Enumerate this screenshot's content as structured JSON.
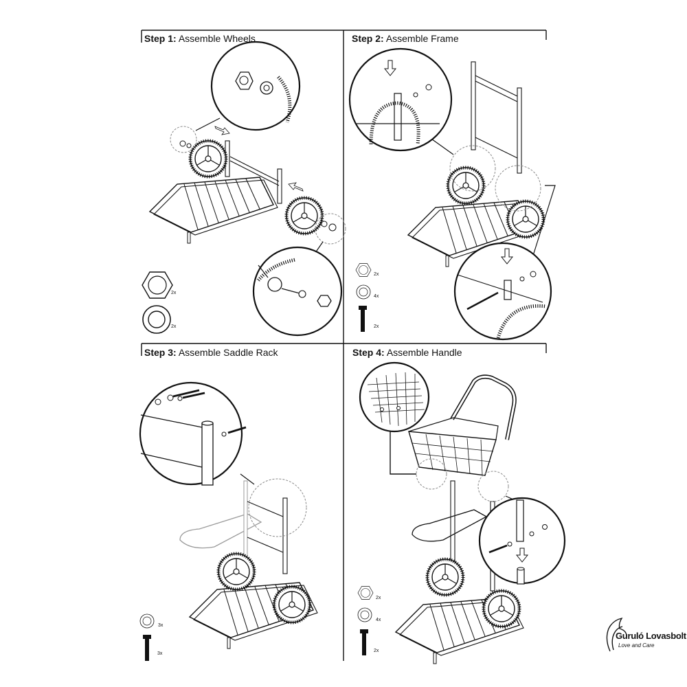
{
  "steps": [
    {
      "label": "Step 1:",
      "title": "Assemble Wheels",
      "parts": [
        {
          "icon": "hex-nut-icon",
          "qty": "2x"
        },
        {
          "icon": "washer-icon",
          "qty": "2x"
        }
      ]
    },
    {
      "label": "Step 2:",
      "title": "Assemble Frame",
      "parts": [
        {
          "icon": "hex-nut-icon",
          "qty": "2x"
        },
        {
          "icon": "washer-icon",
          "qty": "4x"
        },
        {
          "icon": "bolt-icon",
          "qty": "2x"
        }
      ]
    },
    {
      "label": "Step 3:",
      "title": "Assemble Saddle Rack",
      "parts": [
        {
          "icon": "washer-icon",
          "qty": "3x"
        },
        {
          "icon": "bolt-icon",
          "qty": "3x"
        }
      ]
    },
    {
      "label": "Step 4:",
      "title": "Assemble Handle",
      "parts": [
        {
          "icon": "hex-nut-icon",
          "qty": "2x"
        },
        {
          "icon": "washer-icon",
          "qty": "4x"
        },
        {
          "icon": "bolt-icon",
          "qty": "2x"
        }
      ]
    }
  ],
  "brand": {
    "name": "Guruló Lovasbolt",
    "tagline": "Love and Care",
    "logo_icon": "horse-head-logo-icon"
  },
  "colors": {
    "ink": "#111111",
    "paper": "#ffffff",
    "ghost": "#9a9a9a"
  }
}
